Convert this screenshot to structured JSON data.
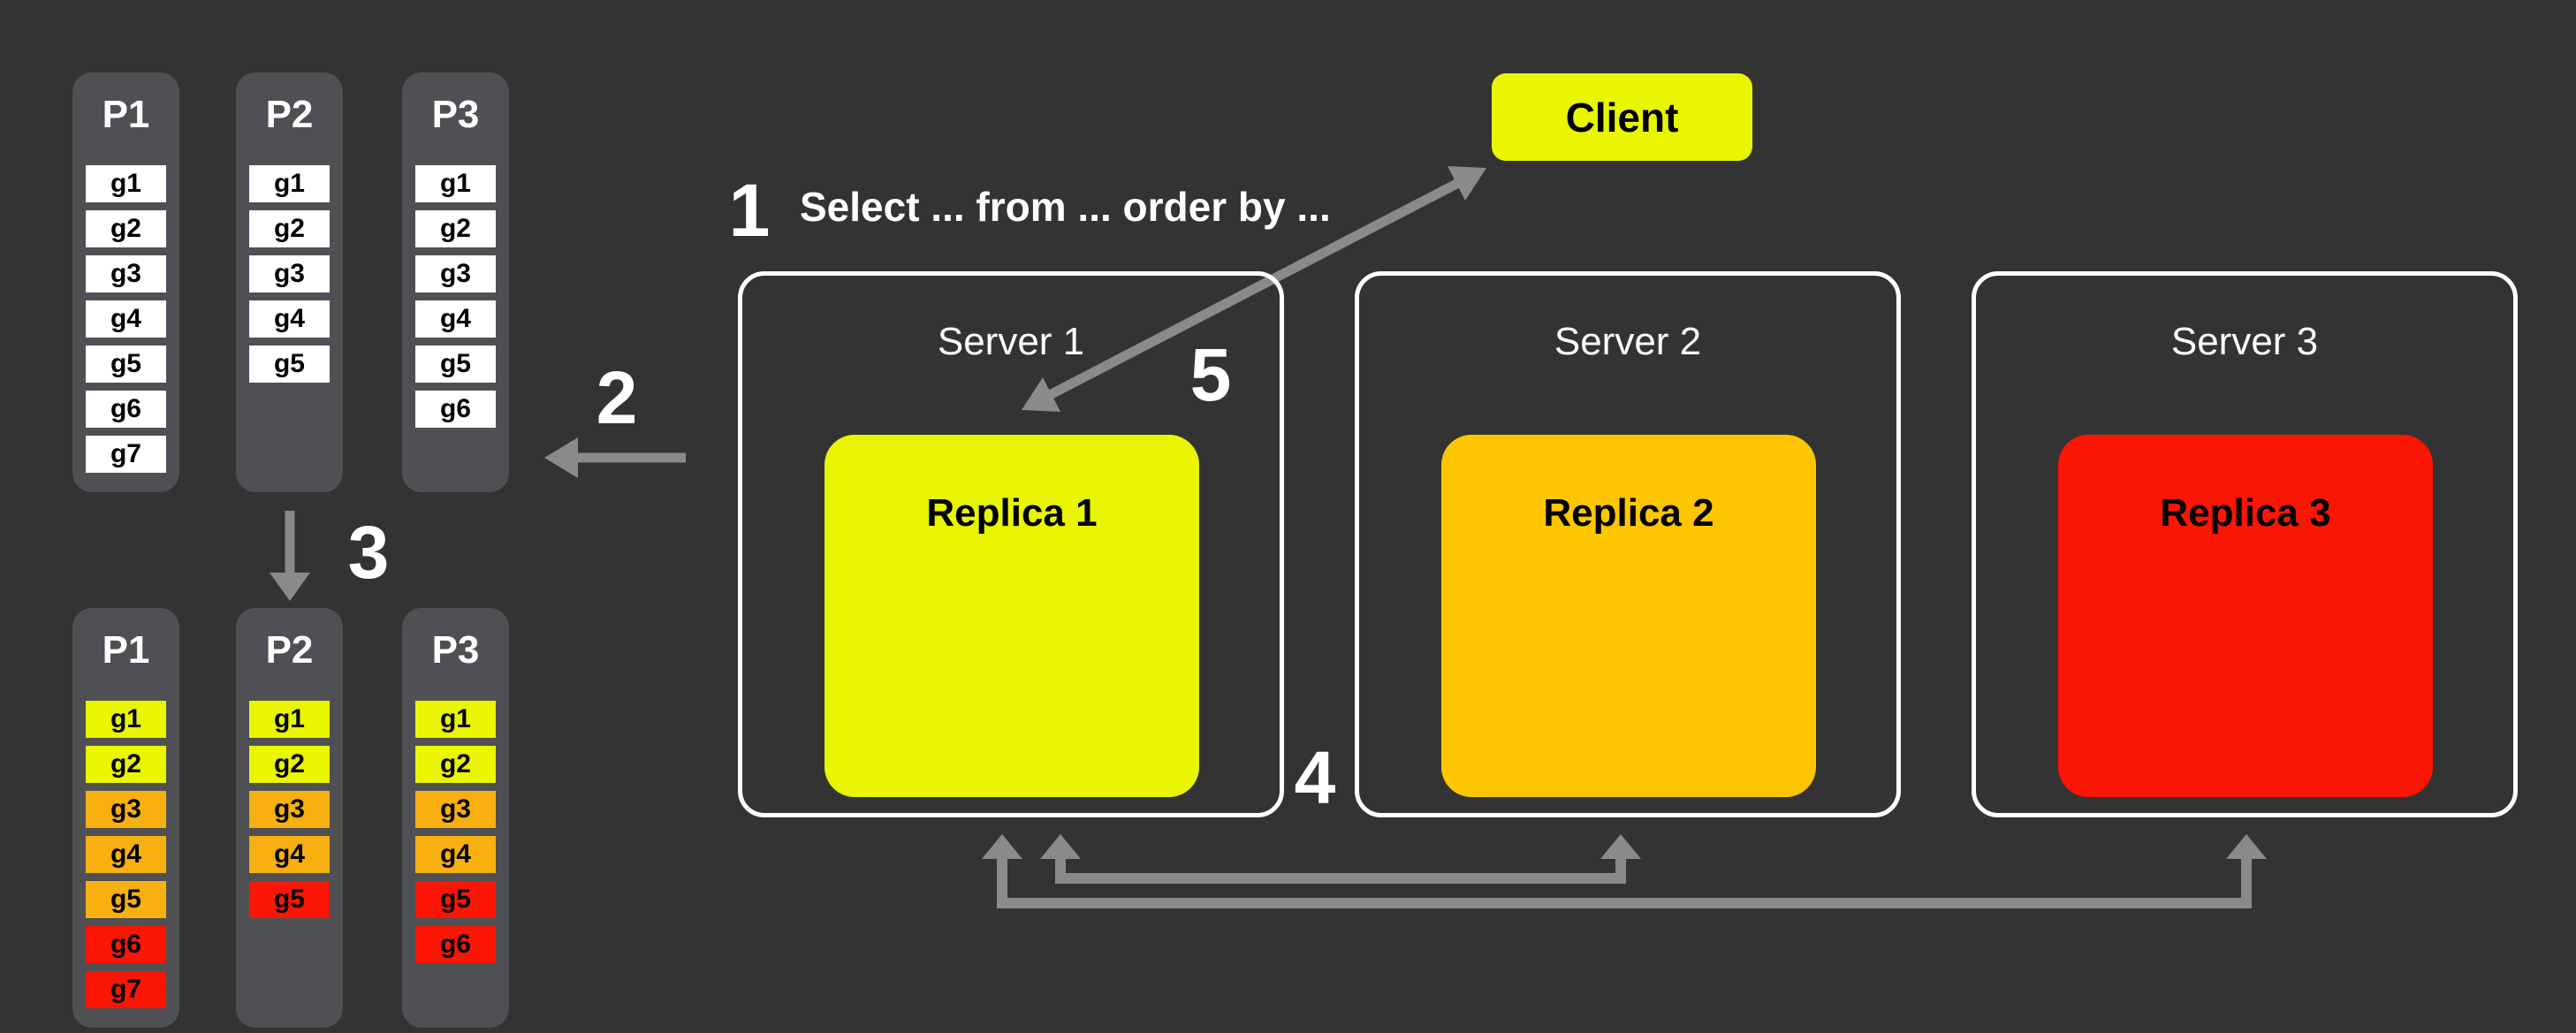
{
  "palette": {
    "background": "#333333",
    "partition_panel": "#4F5053",
    "cell_white": "#FFFFFF",
    "yellow": "#E9F501",
    "orange_cell": "#F7B00F",
    "orange_replica": "#FEC601",
    "red": "#FB1505",
    "arrow_gray": "#8A8A8A",
    "text_light": "#FFFFFF",
    "text_dark": "#000000"
  },
  "steps": [
    {
      "number": "1",
      "label": "Select ... from ... order by ..."
    },
    {
      "number": "2"
    },
    {
      "number": "3"
    },
    {
      "number": "4"
    },
    {
      "number": "5"
    }
  ],
  "client": {
    "label": "Client"
  },
  "servers": [
    {
      "title": "Server 1",
      "replica_label": "Replica 1",
      "replica_color": "#E9F501"
    },
    {
      "title": "Server 2",
      "replica_label": "Replica 2",
      "replica_color": "#FEC601"
    },
    {
      "title": "Server 3",
      "replica_label": "Replica 3",
      "replica_color": "#FB1505"
    }
  ],
  "partitions_top": [
    {
      "name": "P1",
      "cells": [
        {
          "label": "g1",
          "color": "#FFFFFF"
        },
        {
          "label": "g2",
          "color": "#FFFFFF"
        },
        {
          "label": "g3",
          "color": "#FFFFFF"
        },
        {
          "label": "g4",
          "color": "#FFFFFF"
        },
        {
          "label": "g5",
          "color": "#FFFFFF"
        },
        {
          "label": "g6",
          "color": "#FFFFFF"
        },
        {
          "label": "g7",
          "color": "#FFFFFF"
        }
      ]
    },
    {
      "name": "P2",
      "cells": [
        {
          "label": "g1",
          "color": "#FFFFFF"
        },
        {
          "label": "g2",
          "color": "#FFFFFF"
        },
        {
          "label": "g3",
          "color": "#FFFFFF"
        },
        {
          "label": "g4",
          "color": "#FFFFFF"
        },
        {
          "label": "g5",
          "color": "#FFFFFF"
        }
      ]
    },
    {
      "name": "P3",
      "cells": [
        {
          "label": "g1",
          "color": "#FFFFFF"
        },
        {
          "label": "g2",
          "color": "#FFFFFF"
        },
        {
          "label": "g3",
          "color": "#FFFFFF"
        },
        {
          "label": "g4",
          "color": "#FFFFFF"
        },
        {
          "label": "g5",
          "color": "#FFFFFF"
        },
        {
          "label": "g6",
          "color": "#FFFFFF"
        }
      ]
    }
  ],
  "partitions_bottom": [
    {
      "name": "P1",
      "cells": [
        {
          "label": "g1",
          "color": "#E9F501"
        },
        {
          "label": "g2",
          "color": "#E9F501"
        },
        {
          "label": "g3",
          "color": "#F7B00F"
        },
        {
          "label": "g4",
          "color": "#F7B00F"
        },
        {
          "label": "g5",
          "color": "#F7B00F"
        },
        {
          "label": "g6",
          "color": "#FB1505"
        },
        {
          "label": "g7",
          "color": "#FB1505"
        }
      ]
    },
    {
      "name": "P2",
      "cells": [
        {
          "label": "g1",
          "color": "#E9F501"
        },
        {
          "label": "g2",
          "color": "#E9F501"
        },
        {
          "label": "g3",
          "color": "#F7B00F"
        },
        {
          "label": "g4",
          "color": "#F7B00F"
        },
        {
          "label": "g5",
          "color": "#FB1505"
        }
      ]
    },
    {
      "name": "P3",
      "cells": [
        {
          "label": "g1",
          "color": "#E9F501"
        },
        {
          "label": "g2",
          "color": "#E9F501"
        },
        {
          "label": "g3",
          "color": "#F7B00F"
        },
        {
          "label": "g4",
          "color": "#F7B00F"
        },
        {
          "label": "g5",
          "color": "#FB1505"
        },
        {
          "label": "g6",
          "color": "#FB1505"
        }
      ]
    }
  ],
  "arrows": [
    {
      "name": "client-server1-bidirectional",
      "between": [
        "Client",
        "Replica 1"
      ]
    },
    {
      "name": "server1-to-partitions",
      "step": "2"
    },
    {
      "name": "partitions-resort",
      "step": "3"
    },
    {
      "name": "server2-server1-connector",
      "step": "4"
    },
    {
      "name": "server3-server1-connector",
      "step": "4"
    }
  ]
}
